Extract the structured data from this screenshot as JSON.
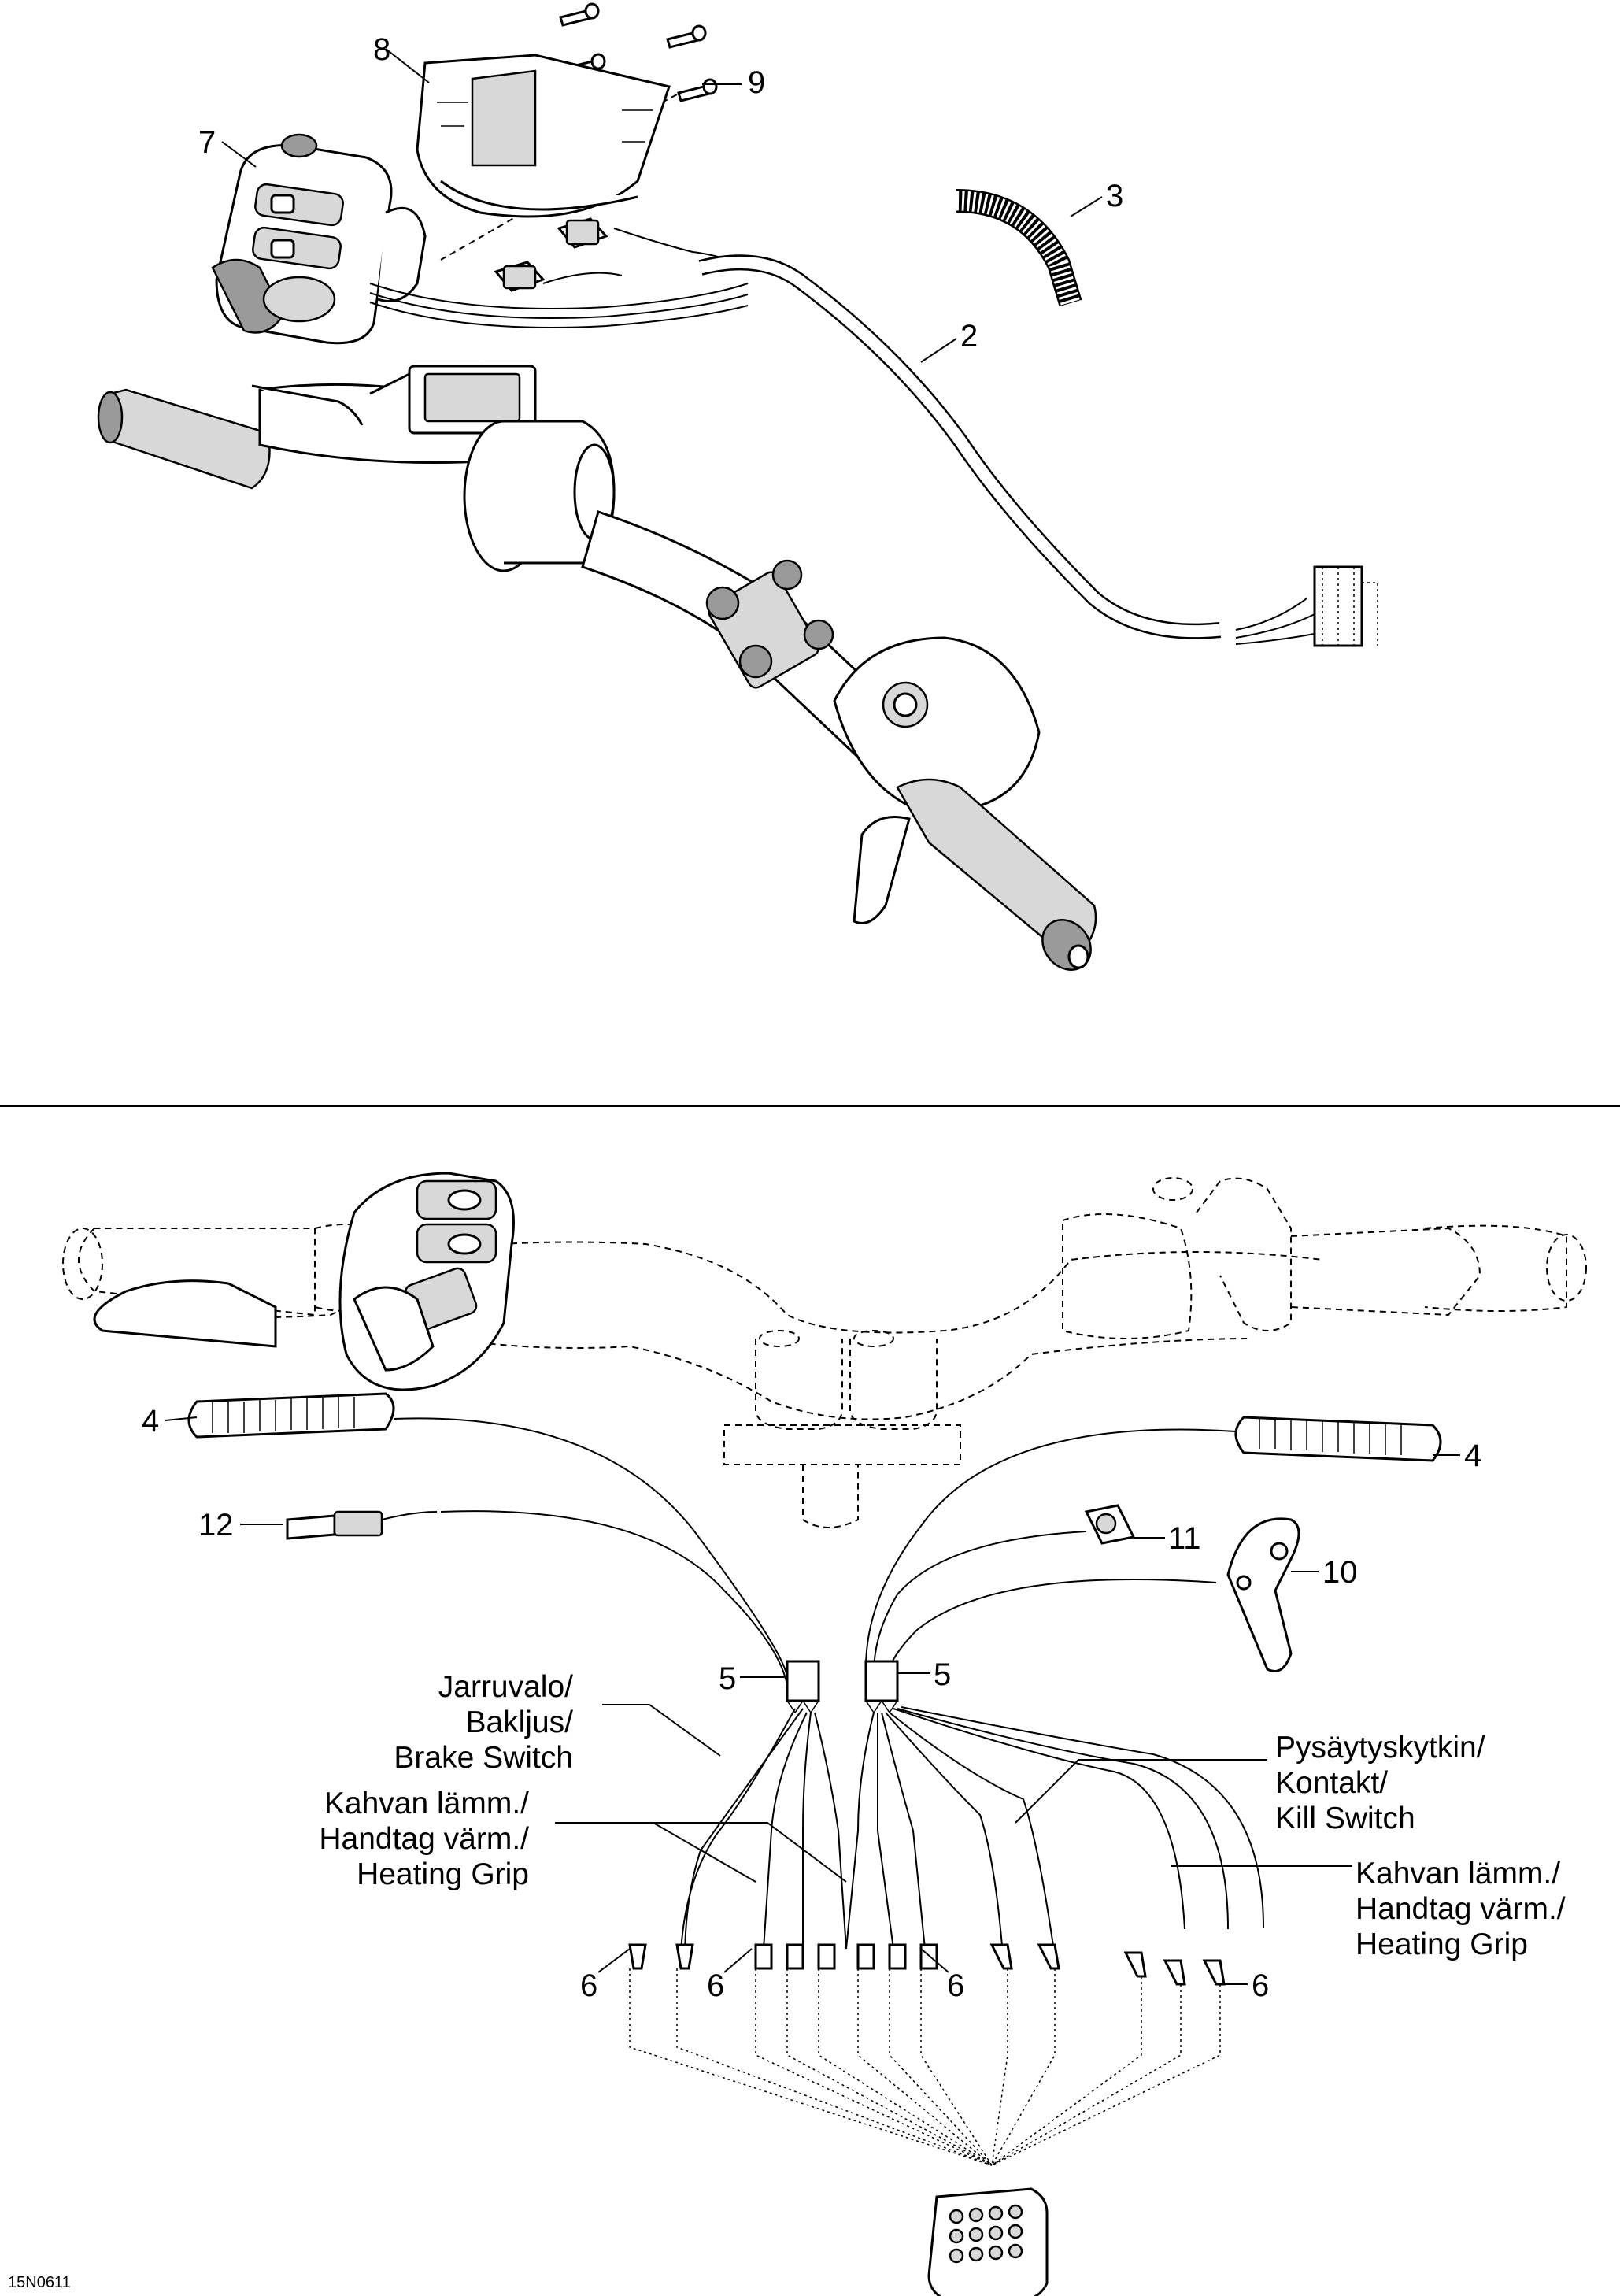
{
  "callouts": {
    "c2": "2",
    "c3": "3",
    "c4_left": "4",
    "c4_right": "4",
    "c5_left": "5",
    "c5_right": "5",
    "c6_a": "6",
    "c6_b": "6",
    "c6_c": "6",
    "c6_d": "6",
    "c7": "7",
    "c8": "8",
    "c9": "9",
    "c10": "10",
    "c11": "11",
    "c12": "12"
  },
  "labels": {
    "brake": [
      "Jarruvalo/",
      "Bakljus/",
      "Brake Switch"
    ],
    "heating_left": [
      "Kahvan lämm./",
      "Handtag värm./",
      "Heating Grip"
    ],
    "kill": [
      "Pysäytyskytkin/",
      "Kontakt/",
      "Kill Switch"
    ],
    "heating_right": [
      "Kahvan lämm./",
      "Handtag värm./",
      "Heating Grip"
    ]
  },
  "figure_code": "15N0611"
}
